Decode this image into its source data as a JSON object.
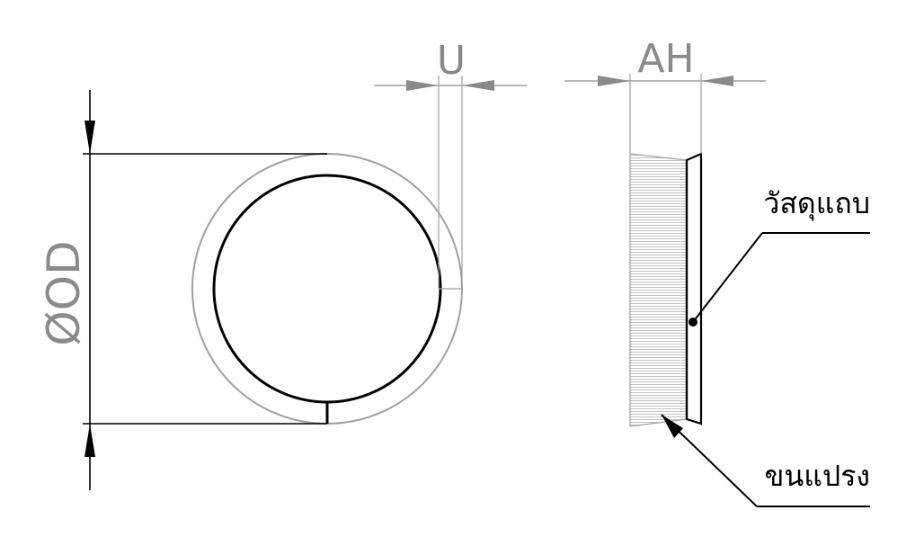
{
  "labels": {
    "od": "ØOD",
    "u": "U",
    "ah": "AH",
    "strip_material": "วัสดุแถบ",
    "bristles": "ขนแปรง"
  },
  "colors": {
    "outline": "#000000",
    "dimension": "#8a8a8a",
    "outer_ring": "#a0a0a0",
    "hatch": "#b5b5b5",
    "background": "#ffffff"
  }
}
